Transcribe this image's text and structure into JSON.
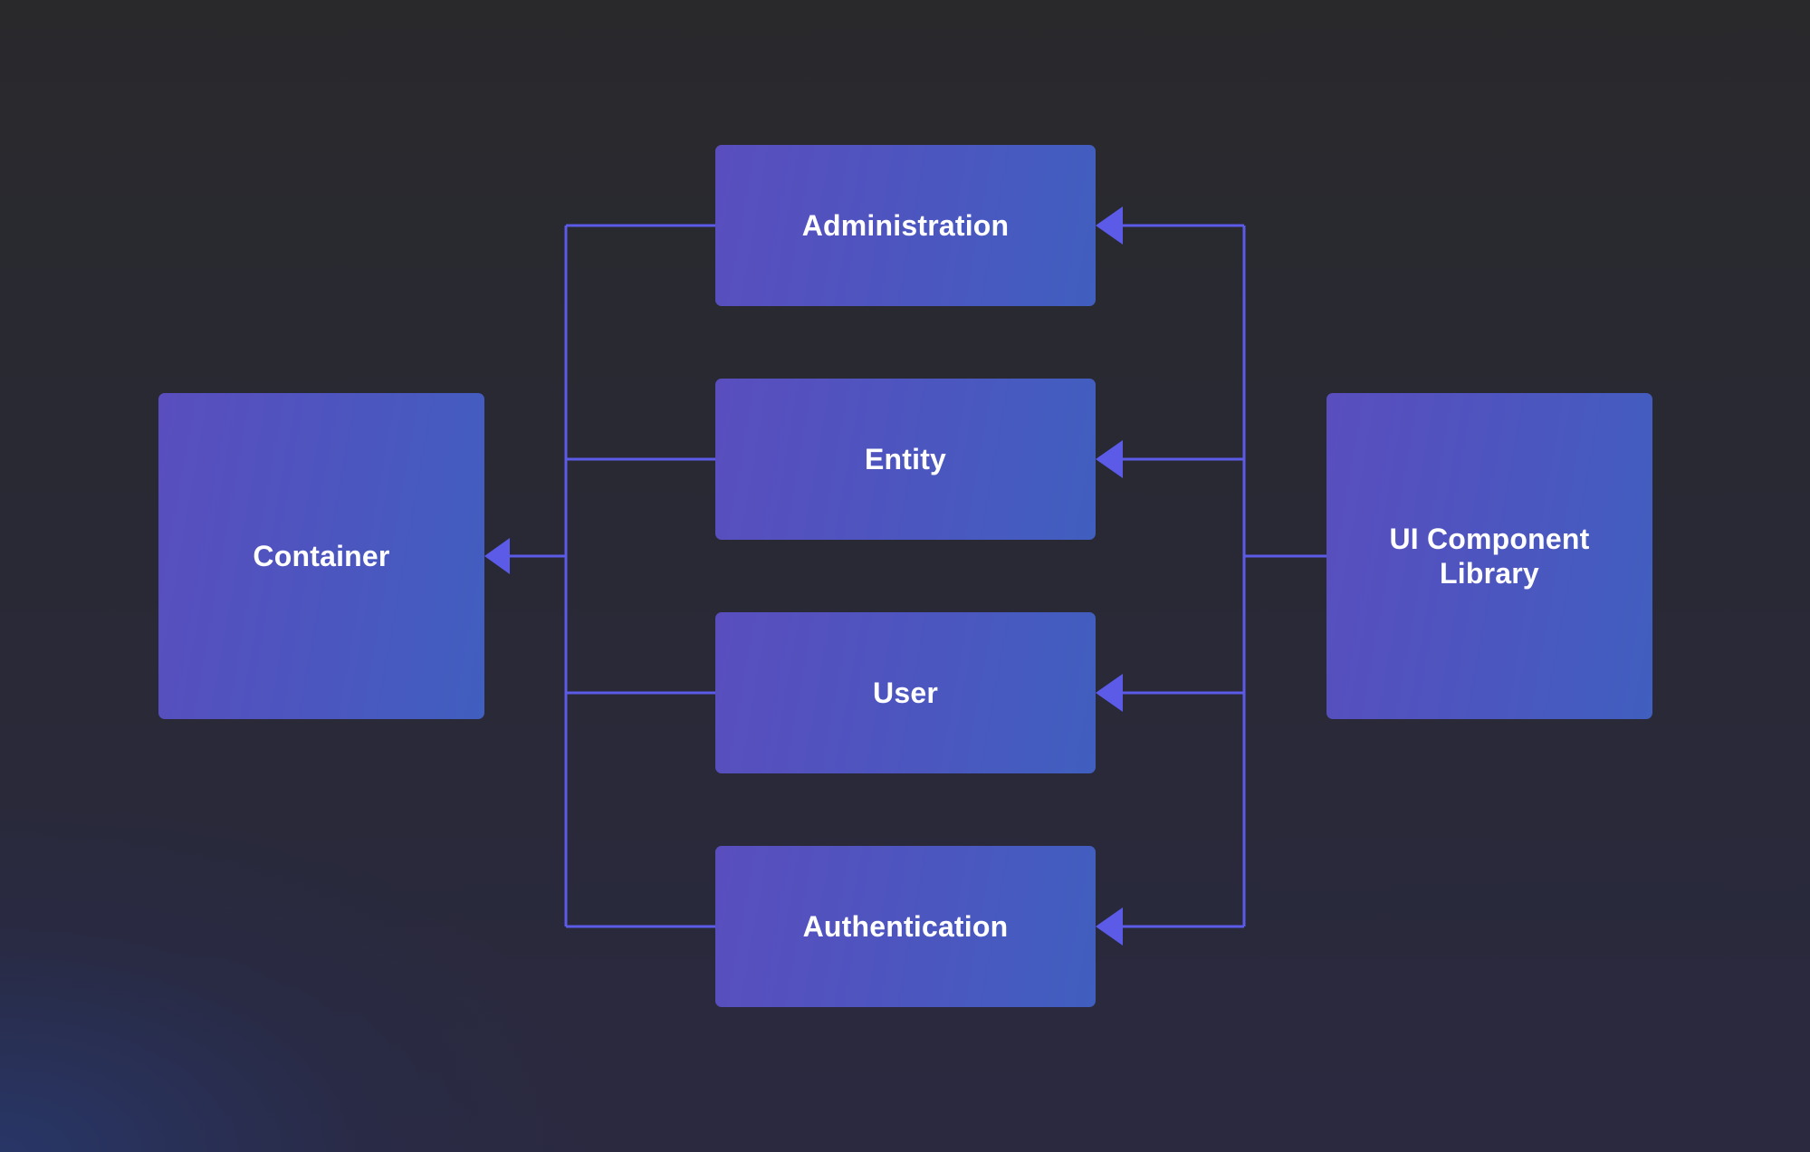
{
  "diagram": {
    "accent_color": "#5b5be8",
    "node_gradient": [
      "#5a4ebf",
      "#405fbf"
    ],
    "background_color": "#29292e",
    "nodes": {
      "container": "Container",
      "ui_library": "UI Component\nLibrary",
      "administration": "Administration",
      "entity": "Entity",
      "user": "User",
      "authentication": "Authentication"
    },
    "edges": [
      {
        "from": "ui_library",
        "to": "administration"
      },
      {
        "from": "ui_library",
        "to": "entity"
      },
      {
        "from": "ui_library",
        "to": "user"
      },
      {
        "from": "ui_library",
        "to": "authentication"
      },
      {
        "from": "administration",
        "to": "container"
      },
      {
        "from": "entity",
        "to": "container"
      },
      {
        "from": "user",
        "to": "container"
      },
      {
        "from": "authentication",
        "to": "container"
      }
    ]
  }
}
